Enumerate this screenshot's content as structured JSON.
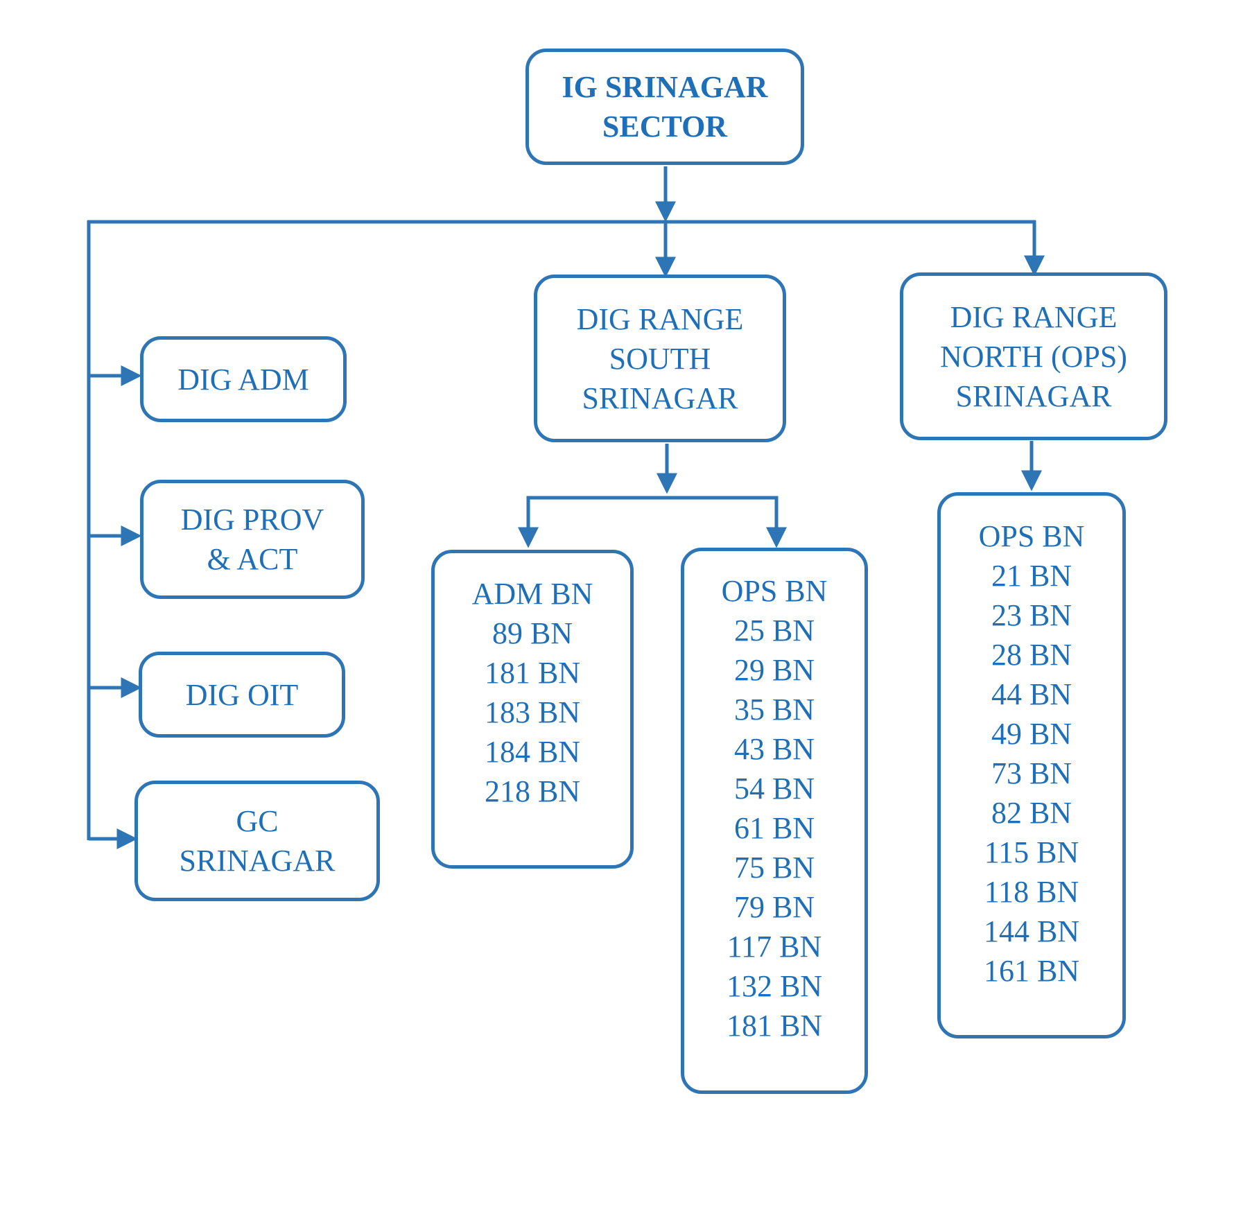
{
  "colors": {
    "line": "#2E75B6",
    "text": "#1F6FB8",
    "background": "#FFFFFF"
  },
  "root": {
    "lines": [
      "IG SRINAGAR",
      "SECTOR"
    ]
  },
  "left_branch": [
    {
      "lines": [
        "DIG ADM"
      ]
    },
    {
      "lines": [
        "DIG PROV",
        "& ACT"
      ]
    },
    {
      "lines": [
        "DIG OIT"
      ]
    },
    {
      "lines": [
        "GC",
        "SRINAGAR"
      ]
    }
  ],
  "range_south": {
    "lines": [
      "DIG RANGE",
      "SOUTH",
      "SRINAGAR"
    ],
    "adm_bn": {
      "title": "ADM BN",
      "items": [
        "89 BN",
        "181 BN",
        "183 BN",
        "184 BN",
        "218 BN"
      ]
    },
    "ops_bn": {
      "title": "OPS BN",
      "items": [
        "25 BN",
        "29 BN",
        "35 BN",
        "43 BN",
        "54 BN",
        "61 BN",
        "75 BN",
        "79 BN",
        "117 BN",
        "132 BN",
        "181 BN"
      ]
    }
  },
  "range_north": {
    "lines": [
      "DIG RANGE",
      "NORTH (OPS)",
      "SRINAGAR"
    ],
    "ops_bn": {
      "title": "OPS BN",
      "items": [
        "21 BN",
        "23 BN",
        "28 BN",
        "44 BN",
        "49 BN",
        "73 BN",
        "82 BN",
        "115 BN",
        "118 BN",
        "144 BN",
        "161 BN"
      ]
    }
  }
}
